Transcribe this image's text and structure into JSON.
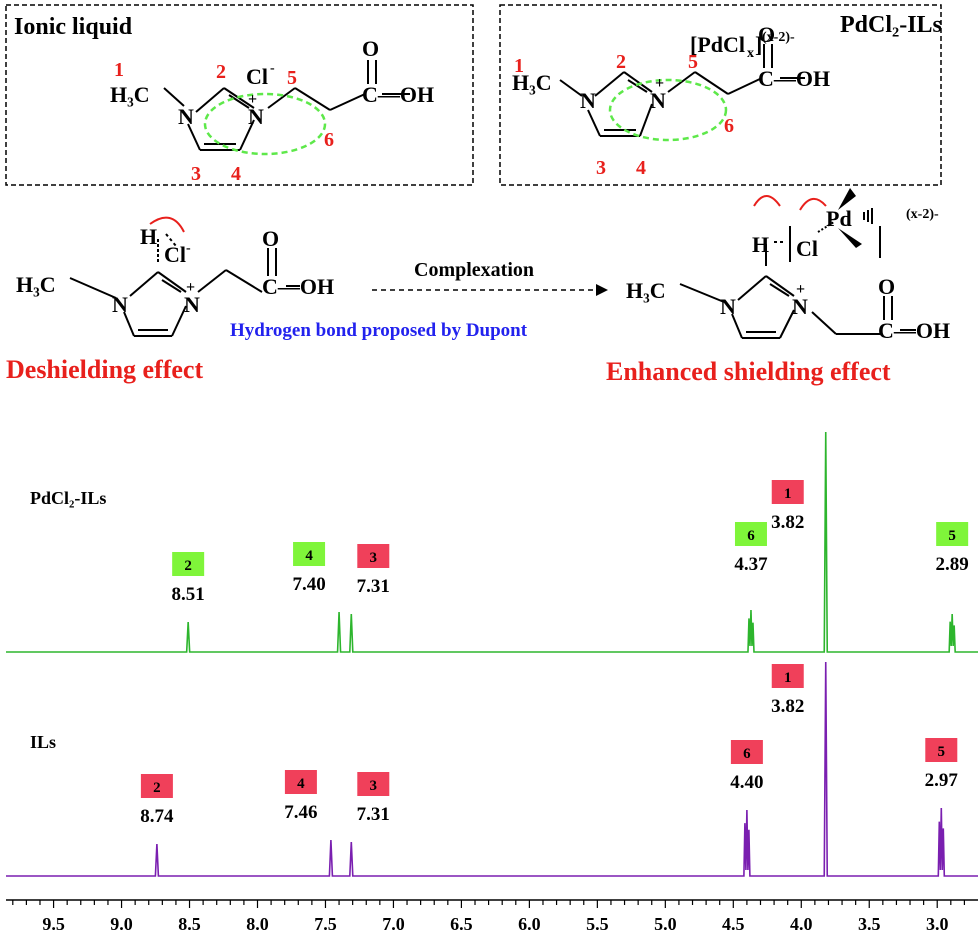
{
  "top": {
    "il_box_title": "Ionic liquid",
    "pd_box_title": "PdCl₂-ILs",
    "anion_base": "[PdCl",
    "anion_sub": "x",
    "anion_close": "]",
    "anion_charge": "(x-2)-",
    "cl_anion": "Cl",
    "cl_charge": "-",
    "atom_h": "H",
    "atom_c": "C",
    "atom_n": "N",
    "atom_o": "O",
    "atom_oh": "OH",
    "c_oh": "C—OH",
    "ch3": "H₃C",
    "plus": "+",
    "pd": "Pd",
    "pos": [
      "1",
      "2",
      "3",
      "4",
      "5",
      "6"
    ],
    "arrow_label": "Complexation",
    "dupont_note": "Hydrogen bond proposed by Dupont",
    "deshielding": "Deshielding effect",
    "shielding": "Enhanced shielding effect",
    "complex_charge": "(x-2)-"
  },
  "colors": {
    "red": "#e8201c",
    "blue": "#2222ee",
    "green_line": "#2db52d",
    "purple_line": "#7a1fb0",
    "green_box": "#7ff53a",
    "red_box": "#f0405a",
    "ellipse": "#5ee84a"
  },
  "chart_data": {
    "type": "line",
    "xlabel": "",
    "ylabel": "",
    "xlim": [
      9.85,
      2.7
    ],
    "x_ticks": [
      "9.5",
      "9.0",
      "8.5",
      "8.0",
      "7.5",
      "7.0",
      "6.5",
      "6.0",
      "5.5",
      "5.0",
      "4.5",
      "4.0",
      "3.5",
      "3.0"
    ],
    "series": [
      {
        "name": "PdCl₂-ILs",
        "color": "#2db52d",
        "peaks": [
          {
            "ppm": 8.51,
            "label": "8.51",
            "proton": "2",
            "box": "green"
          },
          {
            "ppm": 7.4,
            "label": "7.40",
            "proton": "4",
            "box": "green"
          },
          {
            "ppm": 7.31,
            "label": "7.31",
            "proton": "3",
            "box": "red"
          },
          {
            "ppm": 4.37,
            "label": "4.37",
            "proton": "6",
            "box": "green"
          },
          {
            "ppm": 3.82,
            "label": "3.82",
            "proton": "1",
            "box": "red"
          },
          {
            "ppm": 2.89,
            "label": "2.89",
            "proton": "5",
            "box": "green"
          }
        ]
      },
      {
        "name": "ILs",
        "color": "#7a1fb0",
        "peaks": [
          {
            "ppm": 8.74,
            "label": "8.74",
            "proton": "2",
            "box": "red"
          },
          {
            "ppm": 7.46,
            "label": "7.46",
            "proton": "4",
            "box": "red"
          },
          {
            "ppm": 7.31,
            "label": "7.31",
            "proton": "3",
            "box": "red"
          },
          {
            "ppm": 4.4,
            "label": "4.40",
            "proton": "6",
            "box": "red"
          },
          {
            "ppm": 3.82,
            "label": "3.82",
            "proton": "1",
            "box": "red"
          },
          {
            "ppm": 2.97,
            "label": "2.97",
            "proton": "5",
            "box": "red"
          }
        ]
      }
    ]
  }
}
